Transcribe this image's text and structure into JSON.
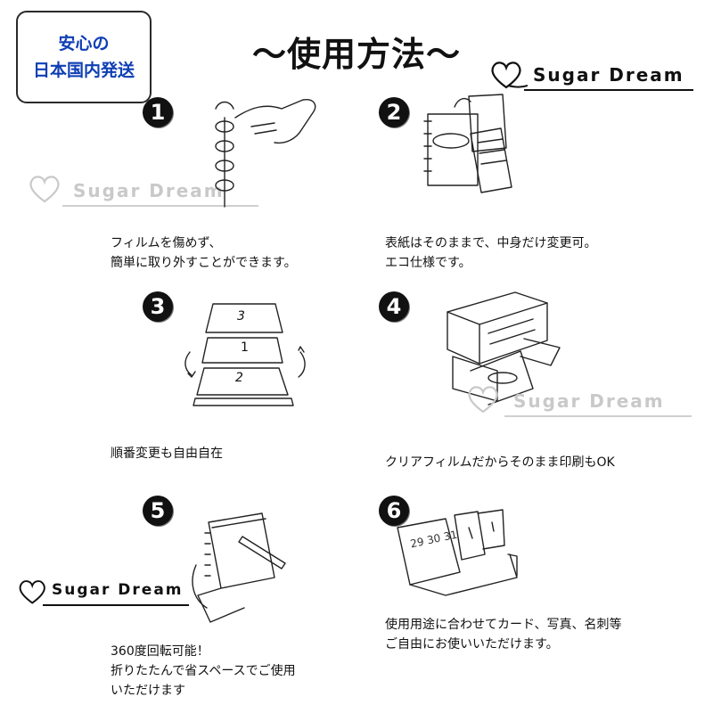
{
  "badge": {
    "line1": "安心の",
    "line2": "日本国内発送"
  },
  "title": "～使用方法～",
  "brand": {
    "name": "Sugar Dream"
  },
  "steps": [
    {
      "num": "1",
      "lines": [
        "フィルムを傷めず、",
        "簡単に取り外すことができます。"
      ]
    },
    {
      "num": "2",
      "lines": [
        "表紙はそのままで、中身だけ変更可。",
        "エコ仕様です。"
      ]
    },
    {
      "num": "3",
      "lines": [
        "順番変更も自由自在"
      ]
    },
    {
      "num": "4",
      "lines": [
        "クリアフィルムだからそのまま印刷もOK"
      ]
    },
    {
      "num": "5",
      "lines": [
        "360度回転可能！",
        "折りたたんで省スペースでご使用",
        "いただけます"
      ]
    },
    {
      "num": "6",
      "lines": [
        "使用用途に合わせてカード、写真、名刺等",
        "ご自由にお使いいただけます。"
      ]
    }
  ],
  "illustration_text": {
    "page_numbers": [
      "1",
      "2",
      "3"
    ],
    "calendar_digits": "29 30 31"
  }
}
